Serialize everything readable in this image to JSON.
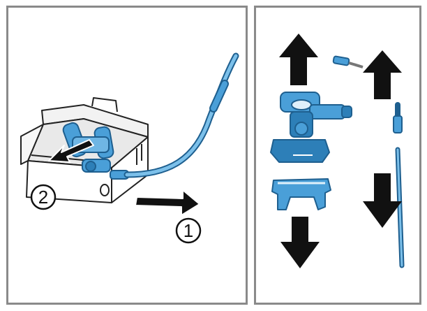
{
  "callouts": [
    {
      "label": "1"
    },
    {
      "label": "2"
    }
  ],
  "colors": {
    "part_blue": "#4a9fd8",
    "part_blue_dark": "#1e5f8f",
    "arrow": "#111111",
    "frame": "#8a8a8a",
    "outline": "#222222"
  },
  "panels": [
    {
      "name": "disconnect-step"
    },
    {
      "name": "disassembly-step"
    }
  ]
}
